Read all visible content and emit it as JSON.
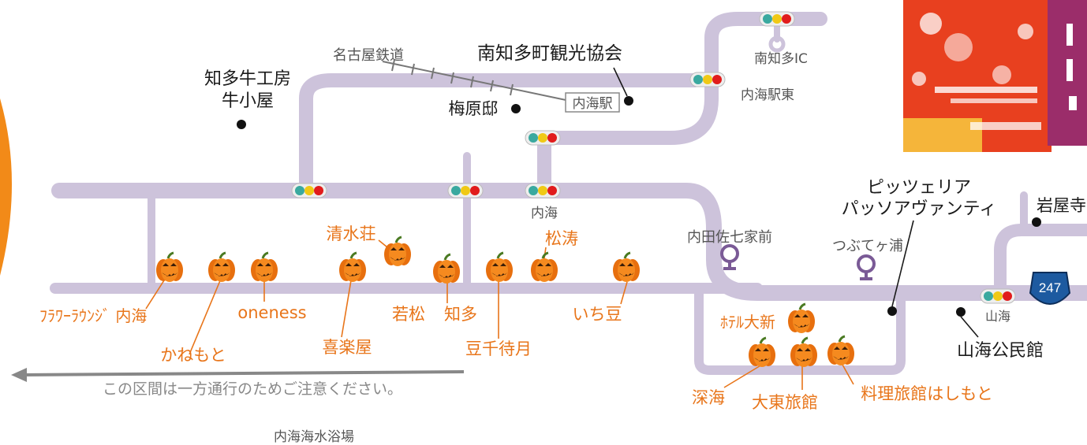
{
  "map": {
    "stations": {
      "railway": "名古屋鉄道",
      "station": "内海駅",
      "ic": "南知多IC",
      "eki_higashi": "内海駅東",
      "utsumi": "内海",
      "sanka": "山海"
    },
    "places": {
      "kankou": "南知多町観光協会",
      "gyu_line1": "知多牛工房",
      "gyu_line2": "牛小屋",
      "umehara": "梅原邸",
      "uchida": "内田佐七家前",
      "tsubutegaura": "つぶてヶ浦",
      "pizza_line1": "ピッツェリア",
      "pizza_line2": "パッソアヴァンティ",
      "iwaya": "岩屋寺",
      "kominkan": "山海公民館",
      "beach": "内海海水浴場"
    },
    "route_number": "247",
    "one_way_notice": "この区間は一方通行のためご注意ください。",
    "inns": {
      "flower": "ﾌﾗﾜｰﾗｳﾝｼﾞ 内海",
      "kanemoto": "かねもと",
      "oneness": "oneness",
      "shimizu": "清水荘",
      "kiraku": "喜楽屋",
      "wakamatsu": "若松",
      "chita": "知多",
      "shoto": "松涛",
      "mamechi": "豆千待月",
      "ichimame": "いち豆",
      "hotel_taishin": "ﾎﾃﾙ大新",
      "fukami": "深海",
      "daito": "大東旅館",
      "hashimoto": "料理旅館はしもと"
    },
    "colors": {
      "road": "#cdc3db",
      "label_orange": "#e8751a",
      "pumpkin": "#f07f16",
      "route_shield": "#1d5aa0",
      "banner_magenta": "#9b2d6a",
      "poster_red": "#e8401f"
    }
  }
}
